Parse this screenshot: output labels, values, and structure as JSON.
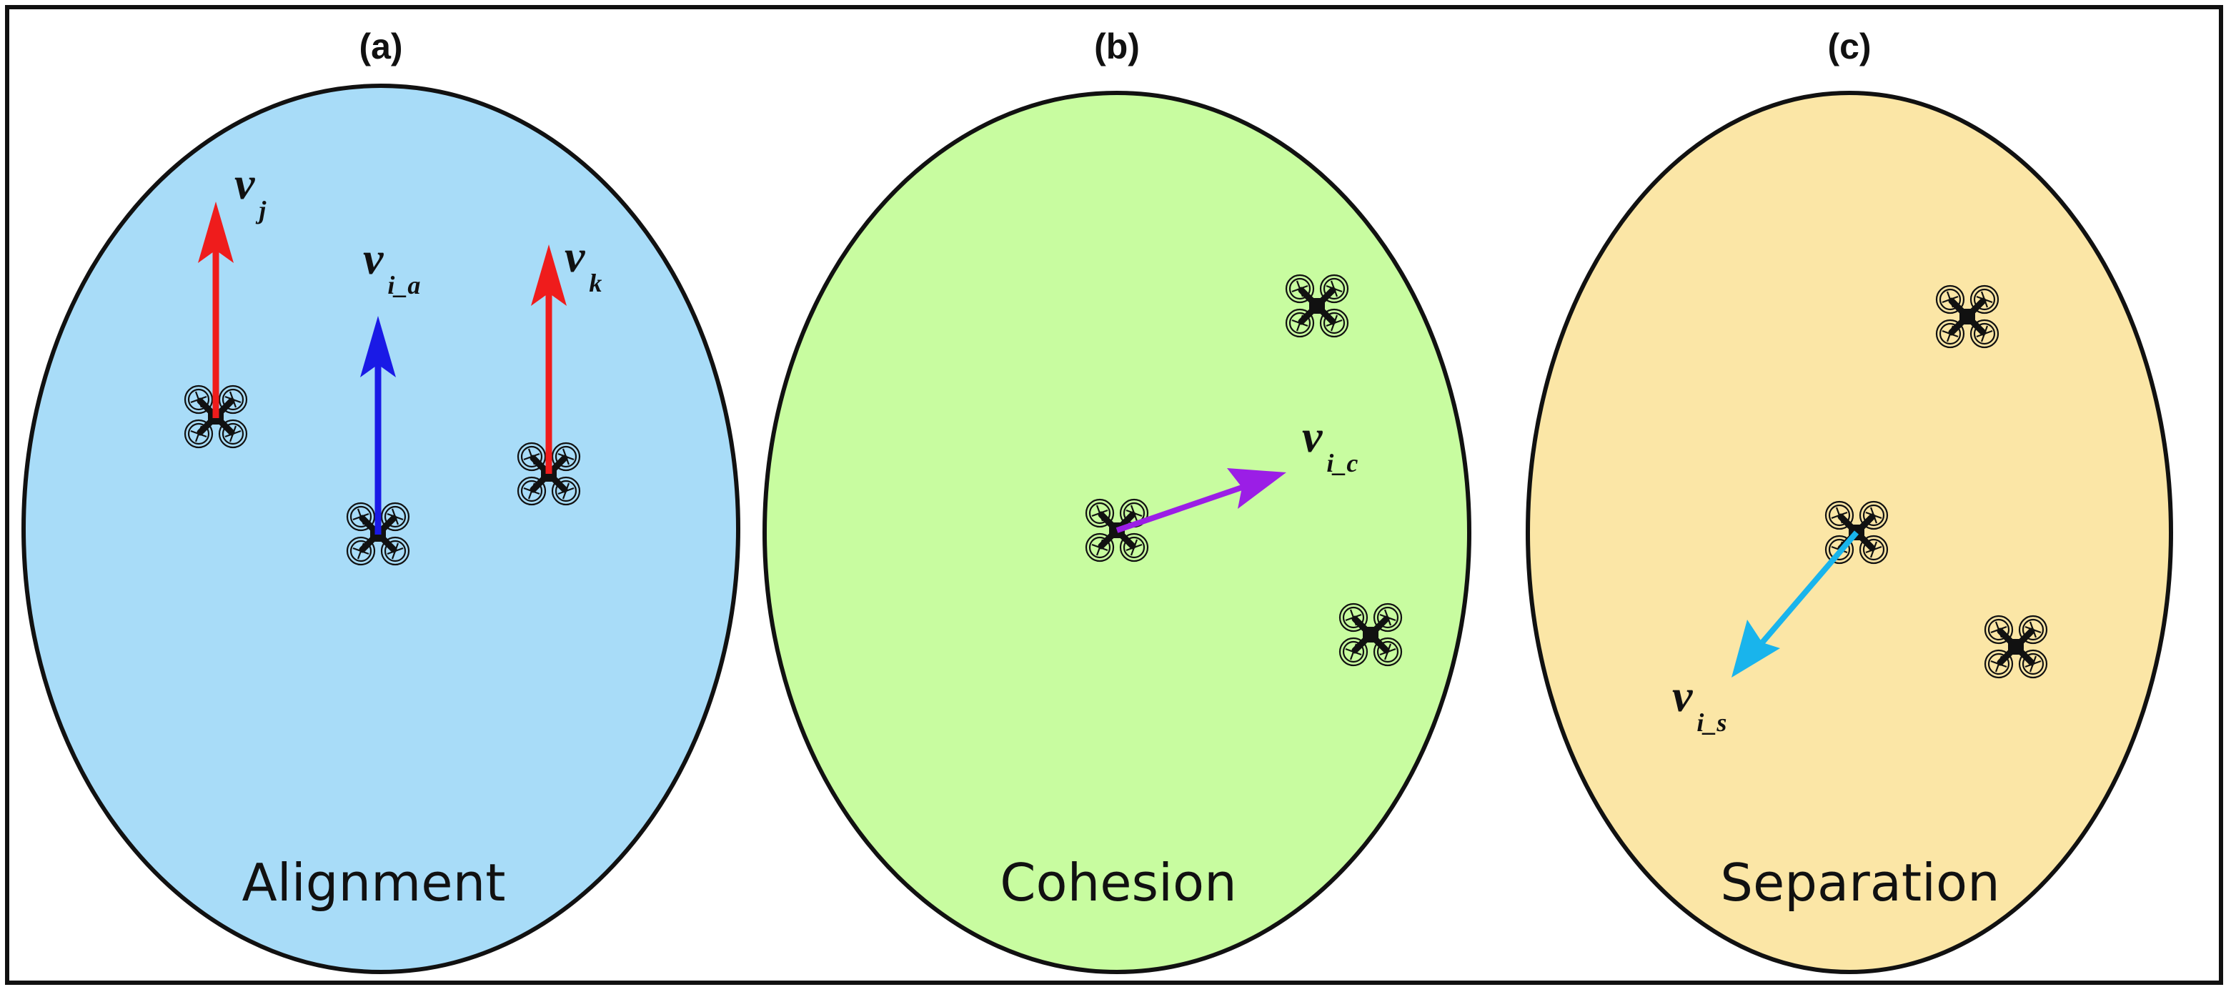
{
  "panels": [
    {
      "label": "(a)",
      "caption": "Alignment",
      "fill": "#a8dcf8",
      "vectors": [
        {
          "main": "v",
          "sub": "j",
          "color": "#ef1c1c"
        },
        {
          "main": "v",
          "sub": "i_a",
          "color": "#1a1ae6"
        },
        {
          "main": "v",
          "sub": "k",
          "color": "#ef1c1c"
        }
      ]
    },
    {
      "label": "(b)",
      "caption": "Cohesion",
      "fill": "#c8fca0",
      "vectors": [
        {
          "main": "v",
          "sub": "i_c",
          "color": "#9b1ee6"
        }
      ]
    },
    {
      "label": "(c)",
      "caption": "Separation",
      "fill": "#fbe6a6",
      "vectors": [
        {
          "main": "v",
          "sub": "i_s",
          "color": "#19b4ec"
        }
      ]
    }
  ]
}
